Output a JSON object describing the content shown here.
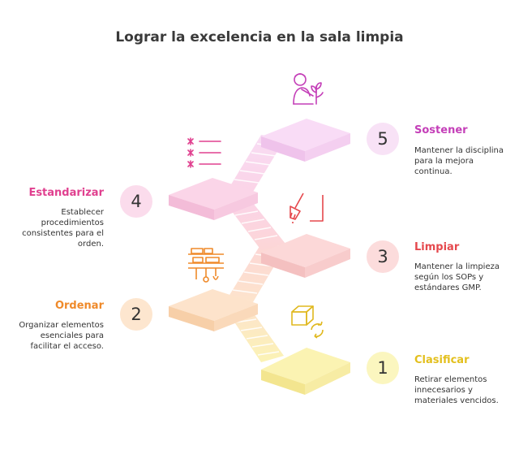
{
  "title": "Lograr la excelencia en la sala limpia",
  "steps": [
    {
      "number": "1",
      "heading": "Clasificar",
      "description": "Retirar elementos innecesarios y materiales vencidos.",
      "color": "#e3bf1c",
      "fill": "#fbf6bf"
    },
    {
      "number": "2",
      "heading": "Ordenar",
      "description": "Organizar elementos esenciales para facilitar el acceso.",
      "color": "#ef8a2a",
      "fill": "#fde6cf"
    },
    {
      "number": "3",
      "heading": "Limpiar",
      "description": "Mantener la limpieza según los SOPs y estándares GMP.",
      "color": "#e5484d",
      "fill": "#fcdcdc"
    },
    {
      "number": "4",
      "heading": "Estandarizar",
      "description": "Establecer procedimientos consistentes para el orden.",
      "color": "#e0408f",
      "fill": "#fbdcec"
    },
    {
      "number": "5",
      "heading": "Sostener",
      "description": "Mantener la disciplina para la mejora continua.",
      "color": "#c43fb8",
      "fill": "#f8e2f6"
    }
  ],
  "icons": {
    "step1": "box-recycle-icon",
    "step2": "shelf-tools-icon",
    "step3": "broom-icon",
    "step4": "checklist-icon",
    "step5": "person-plant-icon"
  }
}
